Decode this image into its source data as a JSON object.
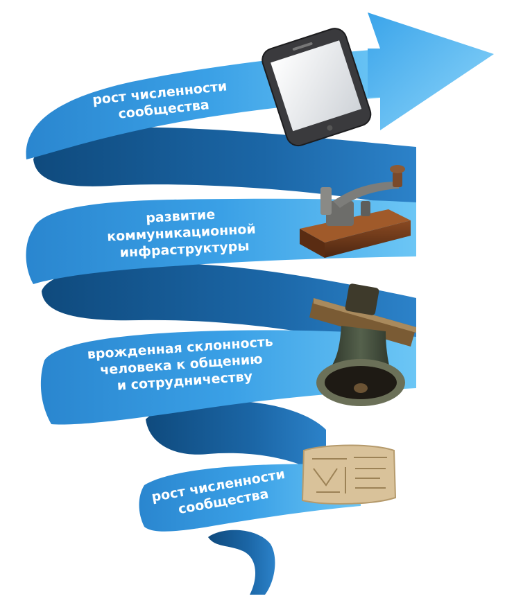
{
  "stages": [
    {
      "id": "stage-4",
      "lines": [
        "рост численности",
        "сообщества"
      ],
      "image": "smartphone-icon"
    },
    {
      "id": "stage-3",
      "lines": [
        "развитие",
        "коммуникационной",
        "инфраструктуры"
      ],
      "image": "telegraph-key-icon"
    },
    {
      "id": "stage-2",
      "lines": [
        "врожденная склонность",
        "человека к общению",
        "и сотрудничеству"
      ],
      "image": "bronze-bell-icon"
    },
    {
      "id": "stage-1",
      "lines": [
        "рост численности",
        "сообщества"
      ],
      "image": "clay-tablet-icon"
    }
  ],
  "colors": {
    "ribbon_light": "#5ab8f0",
    "ribbon_mid": "#2f8fd6",
    "ribbon_dark": "#15578f",
    "text": "#ffffff"
  }
}
